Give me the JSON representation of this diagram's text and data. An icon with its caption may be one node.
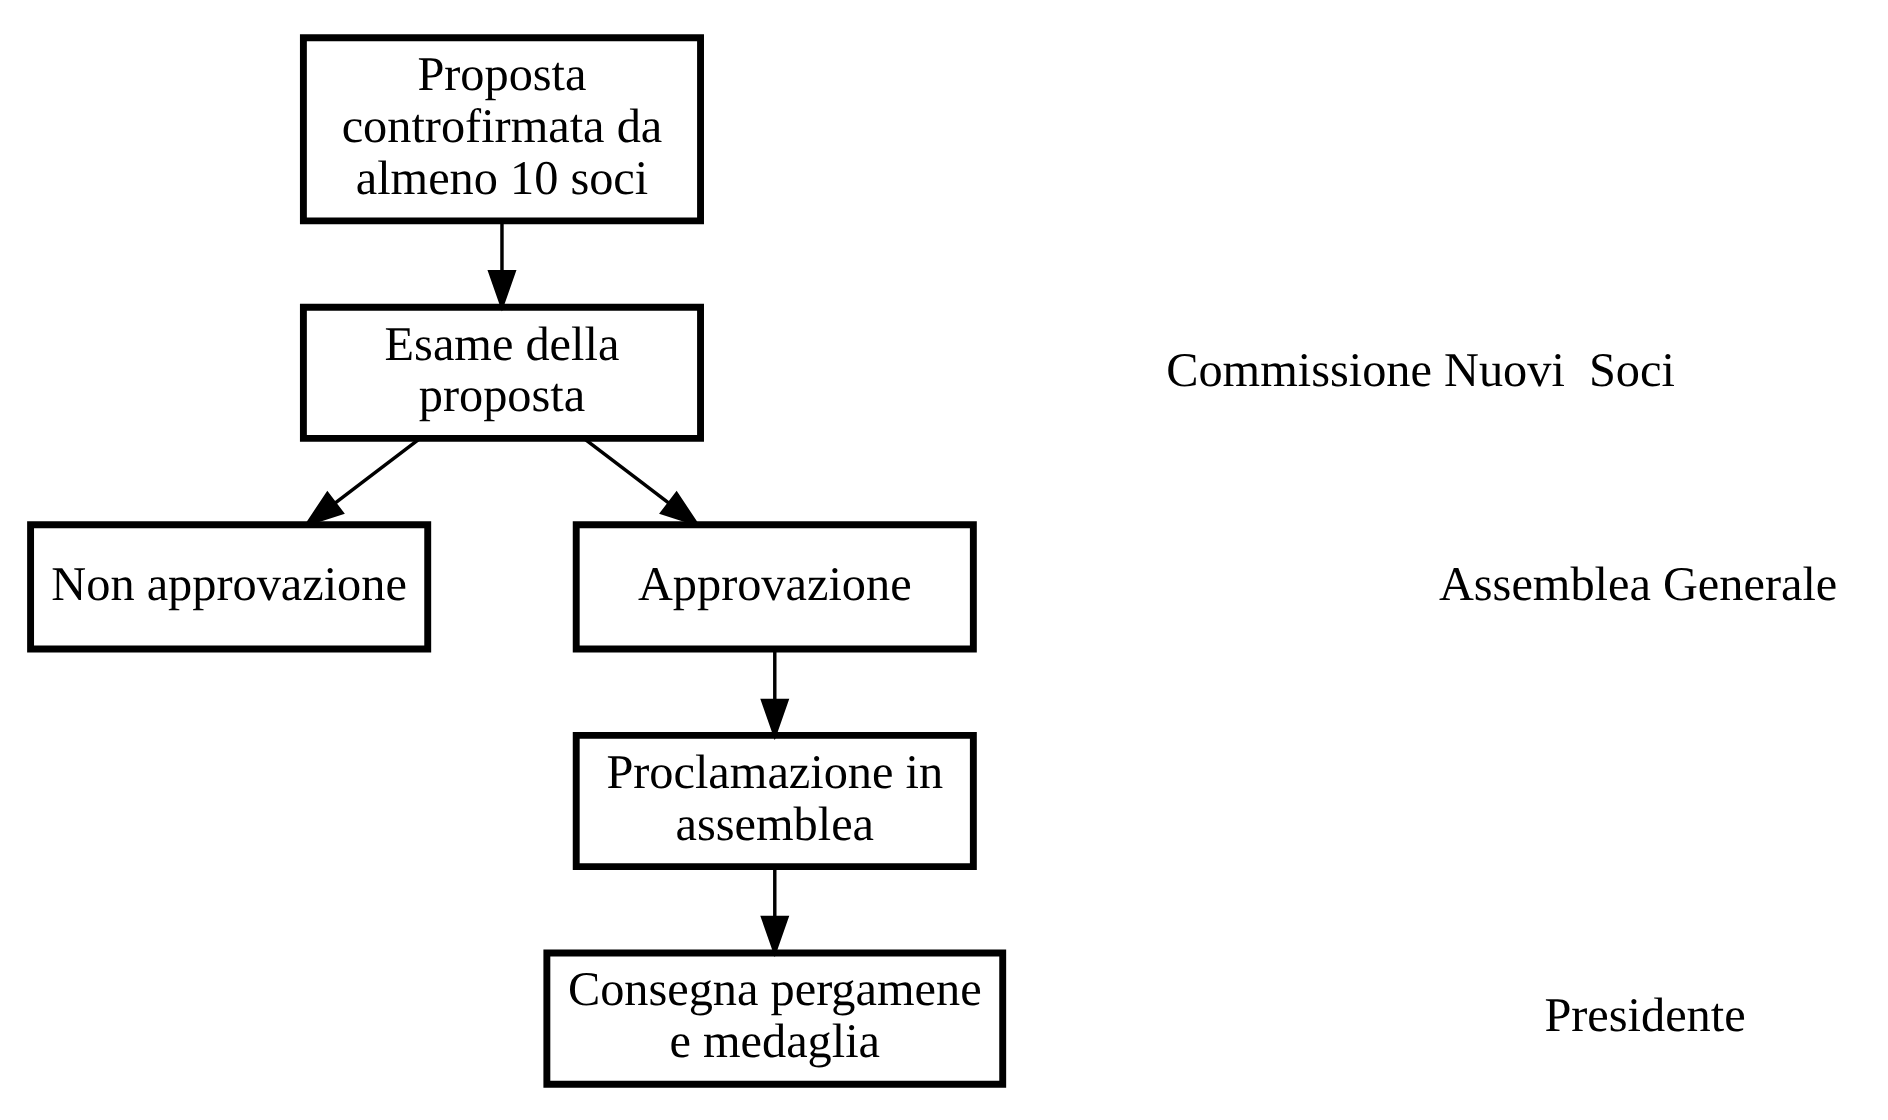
{
  "diagram": {
    "nodes": [
      {
        "text": [
          "Proposta controfirmata da almeno 10 soci"
        ]
      },
      {
        "text": [
          "Esame della proposta"
        ]
      },
      {
        "text": [
          "Non approvazione"
        ]
      },
      {
        "text": [
          "Approvazione"
        ]
      },
      {
        "text": [
          "Proclamazione in assemblea"
        ]
      },
      {
        "text": [
          "Consegna pergamene e medaglia"
        ]
      }
    ],
    "edges": [
      {
        "from": 0,
        "to": 1,
        "arrow": "to"
      },
      {
        "from": 1,
        "to": 2,
        "arrow": "to"
      },
      {
        "from": 1,
        "to": 3,
        "arrow": "to"
      },
      {
        "from": 3,
        "to": 4,
        "arrow": "to"
      },
      {
        "from": 4,
        "to": 5,
        "arrow": "to"
      }
    ],
    "labels": [
      "Commissione Nuovi  Soci",
      "Assemblea Generale",
      "Presidente"
    ]
  }
}
